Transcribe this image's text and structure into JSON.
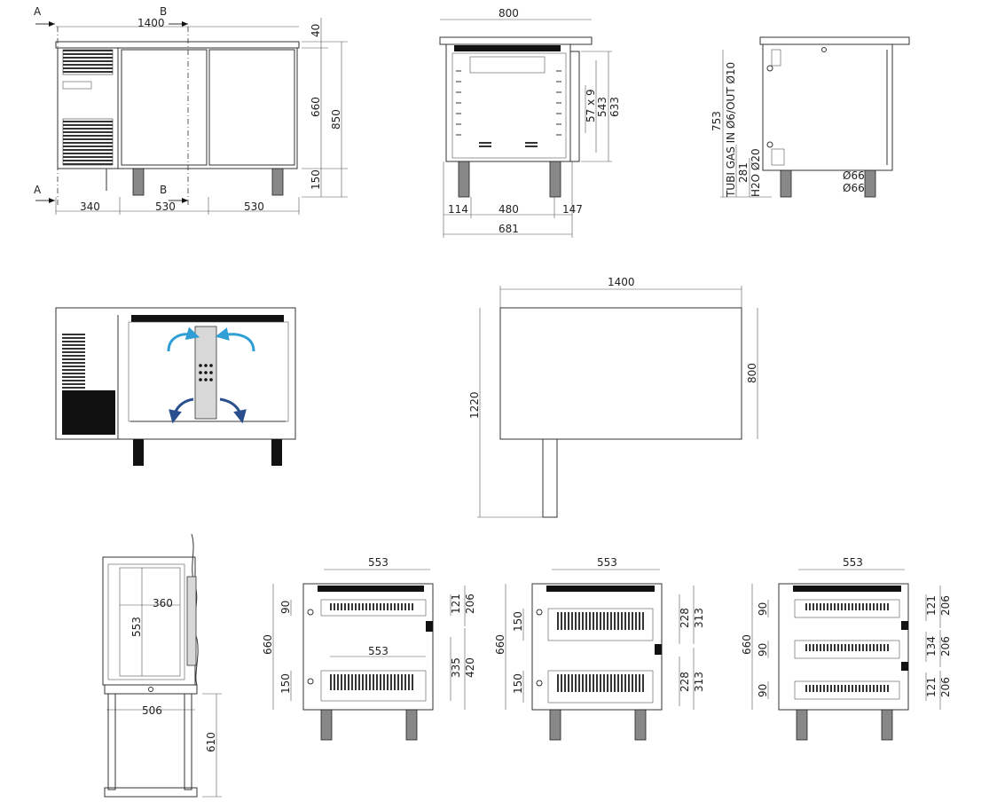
{
  "front_view": {
    "section_a": "A",
    "section_b": "B",
    "width": "1400",
    "top": "40",
    "body_h": "660",
    "total_h": "850",
    "leg_h": "150",
    "w1": "340",
    "w2": "530",
    "w3": "530"
  },
  "side_view": {
    "depth": "800",
    "pitch": "57 x 9",
    "inner_h": "543",
    "outer_h": "633",
    "d1": "114",
    "d2": "480",
    "d3": "147",
    "d_total": "681"
  },
  "rear_view": {
    "height": "753",
    "tubi": "TUBI GAS IN Ø6/OUT Ø10",
    "h281": "281",
    "h2o": "H2O Ø20",
    "d66a": "Ø66",
    "d66b": "Ø66"
  },
  "plan_view": {
    "width": "1400",
    "depth": "800",
    "total_depth": "1220"
  },
  "section_view": {
    "inner_w": "360",
    "inner_h": "553",
    "base_w": "506",
    "base_h": "610"
  },
  "drawer1": {
    "top_w": "553",
    "mid_w": "553",
    "d90": "90",
    "d150": "150",
    "r121": "121",
    "r206": "206",
    "r335": "335",
    "r420": "420",
    "h660": "660"
  },
  "drawer2": {
    "top_w": "553",
    "d150a": "150",
    "d150b": "150",
    "r228a": "228",
    "r313a": "313",
    "r228b": "228",
    "r313b": "313",
    "h660": "660"
  },
  "drawer3": {
    "top_w": "553",
    "d90a": "90",
    "d90b": "90",
    "d90c": "90",
    "r121a": "121",
    "r206a": "206",
    "r134": "134",
    "r206b": "206",
    "r121b": "121",
    "r206c": "206",
    "h660": "660"
  },
  "colors": {
    "airflow_light": "#2f9fd6",
    "airflow_dark": "#2a4f8f"
  }
}
